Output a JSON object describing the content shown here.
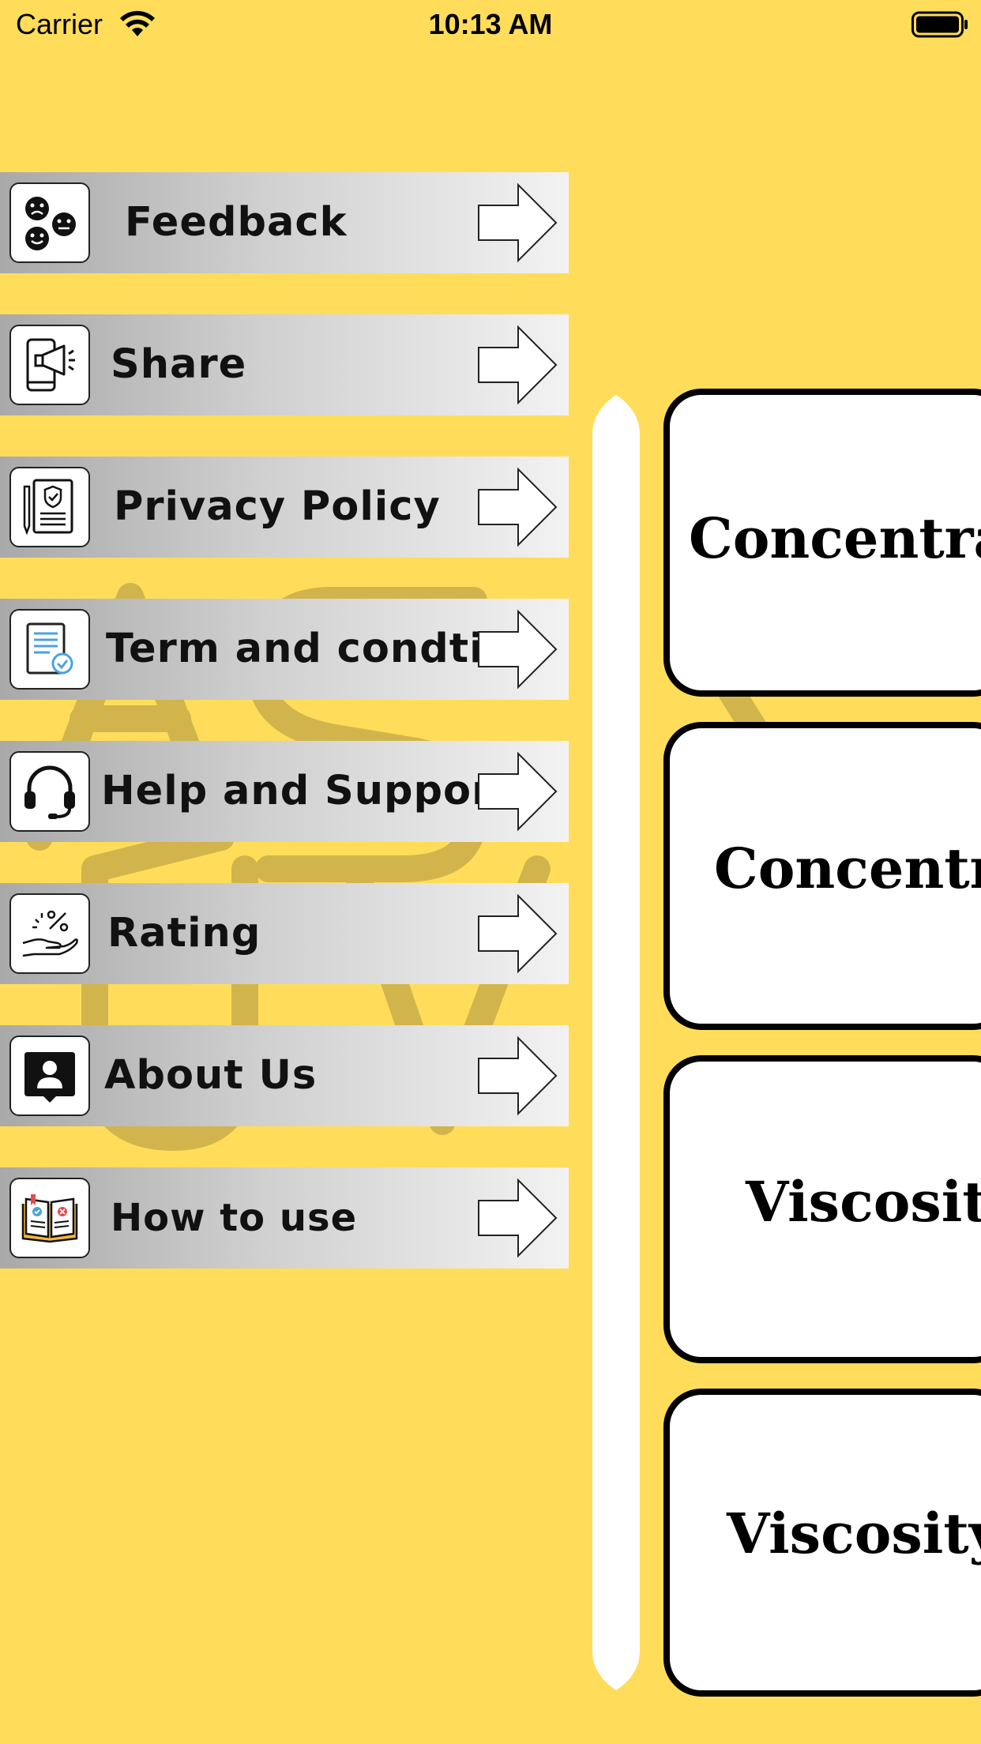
{
  "status_bar": {
    "carrier": "Carrier",
    "time": "10:13 AM"
  },
  "menu": {
    "items": [
      {
        "label": "Feedback",
        "icon": "feedback-faces-icon"
      },
      {
        "label": "Share",
        "icon": "share-megaphone-icon"
      },
      {
        "label": "Privacy Policy",
        "icon": "privacy-document-icon"
      },
      {
        "label": "Term and condtion",
        "icon": "terms-document-icon"
      },
      {
        "label": "Help and Support",
        "icon": "headset-icon"
      },
      {
        "label": "Rating",
        "icon": "rating-hand-icon"
      },
      {
        "label": "About Us",
        "icon": "contact-card-icon"
      },
      {
        "label": "How to use",
        "icon": "guide-book-icon"
      }
    ]
  },
  "cards": [
    {
      "title": "Concentra"
    },
    {
      "title": "Concentr"
    },
    {
      "title": "Viscosit"
    },
    {
      "title": "Viscosity"
    }
  ],
  "colors": {
    "background": "#FFDD5A",
    "card_border": "#000000",
    "watermark": "#C9AE4A"
  }
}
